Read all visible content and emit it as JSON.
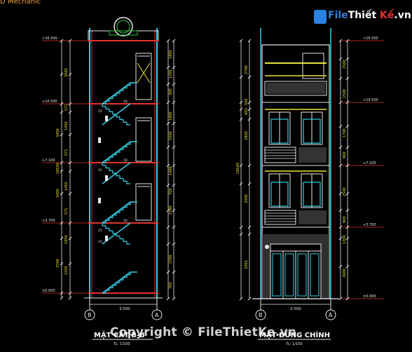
{
  "header": {
    "corner_label": "D Mechanic"
  },
  "logo": {
    "part1": "File",
    "part2": "Thiết",
    "part3": "Kế",
    "part4": ".vn"
  },
  "watermark": {
    "text": "Copyright © FileThietKe.vn"
  },
  "section": {
    "title": "MẶT CẮT B-B",
    "scale": "TL: 1/100",
    "width_dim": "3.500",
    "grid_left": "B",
    "grid_right": "A",
    "levels": [
      "+16.500",
      "+10.500",
      "+7.100",
      "+3.700",
      "±0.000"
    ],
    "left_dims": [
      "3000",
      "571",
      "1450",
      "3400",
      "571",
      "18500",
      "3400",
      "1450",
      "571",
      "3700",
      "1950",
      "1550"
    ],
    "right_dims": [
      "1800",
      "1200",
      "300",
      "1900",
      "1500",
      "1400",
      "700",
      "1500",
      "2700",
      "700"
    ],
    "step_labels": [
      "15",
      "18",
      "15",
      "18",
      "15",
      "18",
      "15"
    ]
  },
  "elevation": {
    "title": "MẶT ĐỨNG CHÍNH",
    "scale": "TL: 1/100",
    "width_dim": "3.500",
    "grid_left": "B",
    "grid_right": "A",
    "levels": [
      "+16.500",
      "+10.500",
      "+7.100",
      "+3.700",
      "±0.000"
    ],
    "left_dims": [
      "2700",
      "500",
      "600",
      "2800",
      "18500",
      "3400",
      "3350"
    ],
    "right_dims": [
      "1500",
      "1500",
      "1700",
      "900",
      "2500",
      "900",
      "1300",
      "2600"
    ]
  },
  "colors": {
    "background": "#000000",
    "line_white": "#e8e8e8",
    "line_cyan": "#36d0e6",
    "line_red": "#e0342e",
    "line_yellow": "#e8e23a",
    "line_green": "#39c24a",
    "line_magenta": "#d040d0",
    "watermark": "#ffffff"
  }
}
